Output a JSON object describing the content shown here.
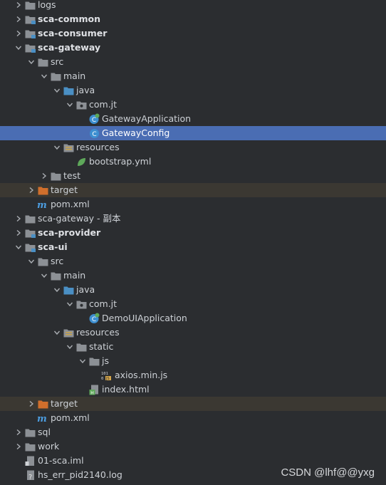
{
  "tree": {
    "rows": [
      {
        "label": "logs",
        "icon": "folder-icon",
        "expanded": false,
        "bold": false
      },
      {
        "label": "sca-common",
        "icon": "module-folder-icon",
        "expanded": false,
        "bold": true
      },
      {
        "label": "sca-consumer",
        "icon": "module-folder-icon",
        "expanded": false,
        "bold": true
      },
      {
        "label": "sca-gateway",
        "icon": "module-folder-icon",
        "expanded": true,
        "bold": true
      },
      {
        "label": "src",
        "icon": "folder-icon",
        "expanded": true,
        "bold": false
      },
      {
        "label": "main",
        "icon": "folder-icon",
        "expanded": true,
        "bold": false
      },
      {
        "label": "java",
        "icon": "source-folder-icon",
        "expanded": true,
        "bold": false
      },
      {
        "label": "com.jt",
        "icon": "package-icon",
        "expanded": true,
        "bold": false
      },
      {
        "label": "GatewayApplication",
        "icon": "spring-boot-class-icon",
        "bold": false
      },
      {
        "label": "GatewayConfig",
        "icon": "class-icon",
        "bold": false,
        "selected": true
      },
      {
        "label": "resources",
        "icon": "resources-folder-icon",
        "expanded": true,
        "bold": false
      },
      {
        "label": "bootstrap.yml",
        "icon": "spring-yml-icon",
        "bold": false
      },
      {
        "label": "test",
        "icon": "folder-icon",
        "expanded": false,
        "bold": false
      },
      {
        "label": "target",
        "icon": "excluded-folder-icon",
        "expanded": false,
        "bold": false,
        "excluded": true
      },
      {
        "label": "pom.xml",
        "icon": "maven-icon",
        "bold": false
      },
      {
        "label": "sca-gateway - 副本",
        "icon": "folder-icon",
        "expanded": false,
        "bold": false
      },
      {
        "label": "sca-provider",
        "icon": "module-folder-icon",
        "expanded": false,
        "bold": true
      },
      {
        "label": "sca-ui",
        "icon": "module-folder-icon",
        "expanded": true,
        "bold": true
      },
      {
        "label": "src",
        "icon": "folder-icon",
        "expanded": true,
        "bold": false
      },
      {
        "label": "main",
        "icon": "folder-icon",
        "expanded": true,
        "bold": false
      },
      {
        "label": "java",
        "icon": "source-folder-icon",
        "expanded": true,
        "bold": false
      },
      {
        "label": "com.jt",
        "icon": "package-icon",
        "expanded": true,
        "bold": false
      },
      {
        "label": "DemoUIApplication",
        "icon": "spring-boot-class-icon",
        "bold": false
      },
      {
        "label": "resources",
        "icon": "resources-folder-icon",
        "expanded": true,
        "bold": false
      },
      {
        "label": "static",
        "icon": "folder-icon",
        "expanded": true,
        "bold": false
      },
      {
        "label": "js",
        "icon": "folder-icon",
        "expanded": true,
        "bold": false
      },
      {
        "label": "axios.min.js",
        "icon": "minified-js-icon",
        "bold": false
      },
      {
        "label": "index.html",
        "icon": "html-icon",
        "bold": false
      },
      {
        "label": "target",
        "icon": "excluded-folder-icon",
        "expanded": false,
        "bold": false,
        "excluded": true
      },
      {
        "label": "pom.xml",
        "icon": "maven-icon",
        "bold": false
      },
      {
        "label": "sql",
        "icon": "folder-icon",
        "expanded": false,
        "bold": false
      },
      {
        "label": "work",
        "icon": "folder-icon",
        "expanded": false,
        "bold": false
      },
      {
        "label": "01-sca.iml",
        "icon": "iml-file-icon",
        "bold": false
      },
      {
        "label": "hs_err_pid2140.log",
        "icon": "log-file-icon",
        "bold": false
      }
    ]
  },
  "watermark": "CSDN @lhf@@yxg",
  "colors": {
    "background": "#2b2d30",
    "selected": "#4a6db3",
    "excluded": "#3b3832",
    "folder": "#8c9095",
    "source_folder": "#4a8fc4",
    "excluded_folder": "#d06f2c",
    "maven": "#4c9de0"
  }
}
